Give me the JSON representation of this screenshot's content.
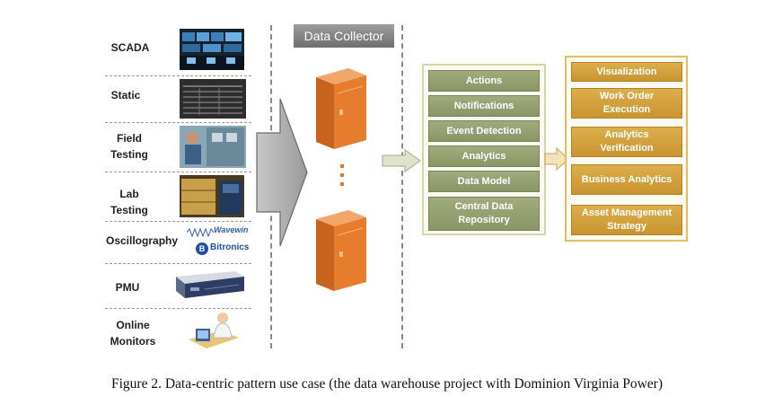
{
  "sources": [
    {
      "label": "SCADA",
      "icon": "control-room-image"
    },
    {
      "label": "Static",
      "icon": "static-data-table-image"
    },
    {
      "label": "Field\nTesting",
      "icon": "field-testing-photo"
    },
    {
      "label": "Lab\nTesting",
      "icon": "lab-equipment-photo"
    },
    {
      "label": "Oscillography",
      "icon": "oscillography-logos"
    },
    {
      "label": "PMU",
      "icon": "pmu-device-image"
    },
    {
      "label": "Online\nMonitors",
      "icon": "online-monitor-person-icon"
    }
  ],
  "logos": {
    "wavewin": "Wavewin",
    "bitronics": "Bitronics"
  },
  "collector": {
    "title": "Data Collector"
  },
  "processing": [
    "Actions",
    "Notifications",
    "Event Detection",
    "Analytics",
    "Data Model",
    "Central Data\nRepository"
  ],
  "applications": [
    "Visualization",
    "Work Order\nExecution",
    "Analytics\nVerification",
    "Business Analytics",
    "Asset Management\nStrategy"
  ],
  "caption": "Figure 2. Data-centric pattern use case (the data warehouse project with Dominion Virginia Power)",
  "colors": {
    "green": "#8f9b6a",
    "orange": "#cf9a35",
    "server": "#e07a2a",
    "arrow": "#b5b5b5"
  }
}
